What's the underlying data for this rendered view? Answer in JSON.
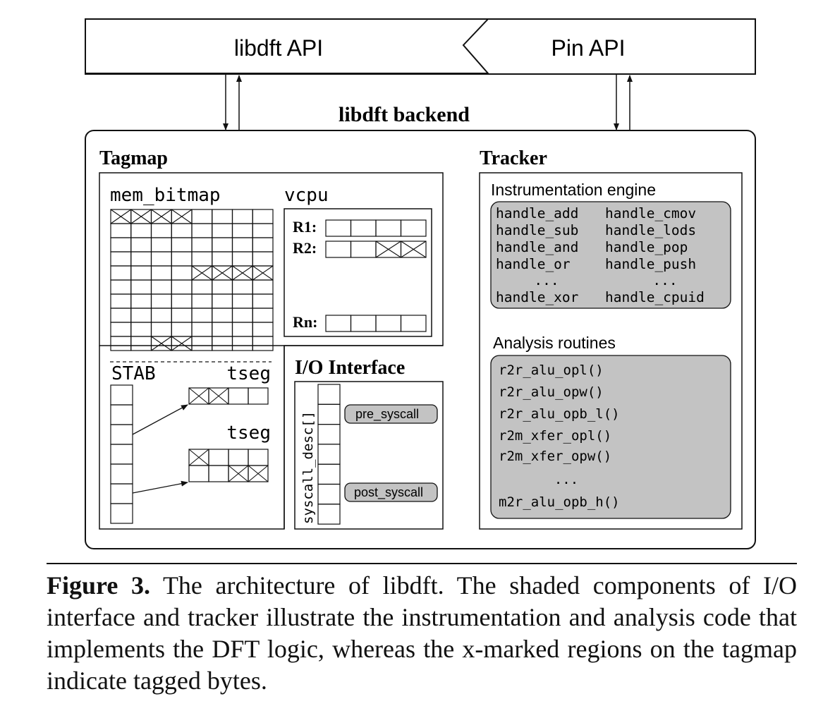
{
  "api_bar": {
    "left_label": "libdft API",
    "right_label": "Pin API"
  },
  "backend": {
    "title": "libdft backend"
  },
  "tagmap": {
    "title": "Tagmap",
    "mem_bitmap_label": "mem_bitmap",
    "mem_bitmap_tagged_cells": [
      [
        0,
        0
      ],
      [
        0,
        1
      ],
      [
        0,
        2
      ],
      [
        0,
        3
      ],
      [
        4,
        4
      ],
      [
        4,
        5
      ],
      [
        4,
        6
      ],
      [
        4,
        7
      ],
      [
        9,
        2
      ],
      [
        9,
        3
      ]
    ],
    "vcpu": {
      "label": "vcpu",
      "registers": [
        {
          "label": "R1:",
          "tagged": []
        },
        {
          "label": "R2:",
          "tagged": [
            2,
            3
          ]
        },
        {
          "label": "Rn:",
          "tagged": []
        }
      ]
    },
    "stab_label": "STAB",
    "tseg_labels": [
      "tseg",
      "tseg"
    ],
    "tseg1_tagged": [
      0,
      1
    ],
    "tseg2_tagged": [
      [
        0,
        0
      ],
      [
        1,
        2
      ],
      [
        1,
        3
      ]
    ]
  },
  "io_interface": {
    "title": "I/O Interface",
    "syscall_label": "syscall_desc[]",
    "pre_label": "pre_syscall",
    "post_label": "post_syscall"
  },
  "tracker": {
    "title": "Tracker",
    "engine_label": "Instrumentation engine",
    "engine_left": [
      "handle_add",
      "handle_sub",
      "handle_and",
      "handle_or",
      "...",
      "handle_xor"
    ],
    "engine_right": [
      "handle_cmov",
      "handle_lods",
      "handle_pop",
      "handle_push",
      "...",
      "handle_cpuid"
    ],
    "analysis_label": "Analysis routines",
    "analysis_items": [
      "r2r_alu_opl()",
      "r2r_alu_opw()",
      "r2r_alu_opb_l()",
      "r2m_xfer_opl()",
      "r2m_xfer_opw()",
      "...",
      "m2r_alu_opb_h()"
    ]
  },
  "colors": {
    "shade": "#c3c3c3",
    "line": "#111111"
  },
  "caption": {
    "figure_label": "Figure 3.",
    "text": "The architecture of libdft. The shaded components of I/O interface and tracker illustrate the instrumentation and analysis code that implements the DFT logic, whereas the x-marked regions on the tagmap indicate tagged bytes."
  }
}
